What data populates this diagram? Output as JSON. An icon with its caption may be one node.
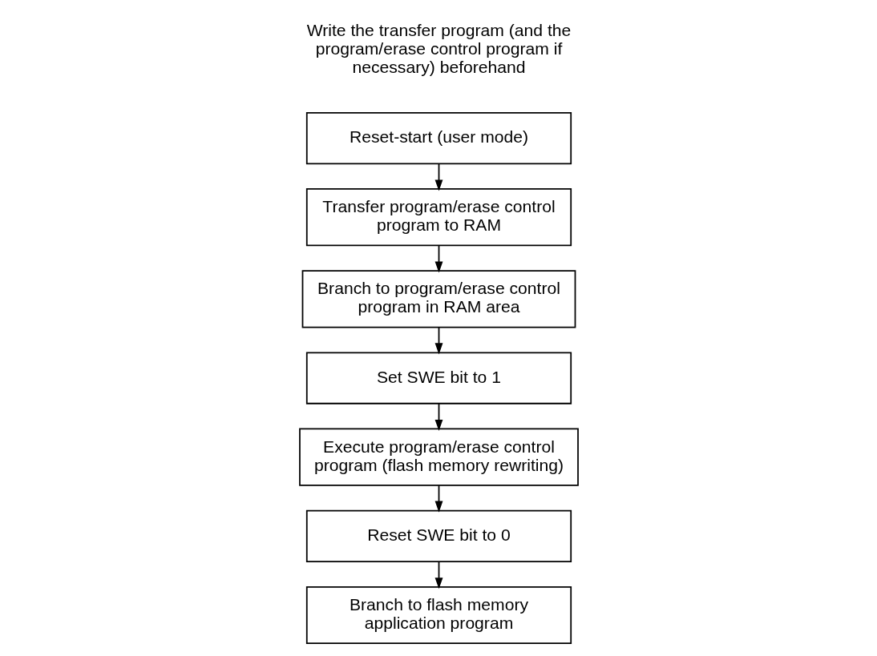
{
  "diagram": {
    "nodes": [
      {
        "text": [
          "Reset-start (user mode)"
        ]
      },
      {
        "text": [
          "Transfer program/erase control program to RAM"
        ]
      },
      {
        "text": [
          "Branch to program/erase control program in RAM area"
        ]
      },
      {
        "text": [
          "Set SWE bit to 1"
        ]
      },
      {
        "text": [
          "Execute program/erase control program (flash memory rewriting)"
        ]
      },
      {
        "text": [
          "Reset SWE bit to 0"
        ]
      },
      {
        "text": [
          "Branch to flash memory application program"
        ]
      }
    ],
    "edges": [
      {
        "from": 0,
        "to": 1,
        "arrow": "to"
      },
      {
        "from": 1,
        "to": 2,
        "arrow": "to"
      },
      {
        "from": 2,
        "to": 3,
        "arrow": "to"
      },
      {
        "from": 3,
        "to": 4,
        "arrow": "to"
      },
      {
        "from": 4,
        "to": 5,
        "arrow": "to"
      },
      {
        "from": 5,
        "to": 6,
        "arrow": "to"
      }
    ],
    "labels": [
      "Write the transfer program (and the program/erase control program if necessary) beforehand"
    ]
  }
}
